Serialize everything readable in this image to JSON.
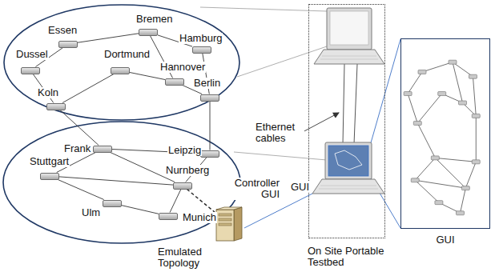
{
  "diagram": {
    "nodes": [
      {
        "text": [
          "Bremen"
        ]
      },
      {
        "text": [
          "Essen"
        ]
      },
      {
        "text": [
          "Hamburg"
        ]
      },
      {
        "text": [
          "Dussel"
        ]
      },
      {
        "text": [
          "Dortmund"
        ]
      },
      {
        "text": [
          "Hannover"
        ]
      },
      {
        "text": [
          "Berlin"
        ]
      },
      {
        "text": [
          "Koln"
        ]
      },
      {
        "text": [
          "Leipzig"
        ]
      },
      {
        "text": [
          "Frank"
        ]
      },
      {
        "text": [
          "Stuttgart"
        ]
      },
      {
        "text": [
          "Nurnberg"
        ]
      },
      {
        "text": [
          "Ulm"
        ]
      },
      {
        "text": [
          "Munich"
        ]
      },
      {
        "text": [
          "On Site Portable Testbed"
        ]
      },
      {
        "text": [
          "Controller GUI"
        ]
      },
      {
        "text": [
          "GUI"
        ]
      }
    ],
    "edges": [
      {
        "from": 1,
        "to": 0,
        "arrow": "none"
      },
      {
        "from": 0,
        "to": 2,
        "arrow": "none"
      },
      {
        "from": 3,
        "to": 1,
        "arrow": "none"
      },
      {
        "from": 3,
        "to": 7,
        "arrow": "none"
      },
      {
        "from": 4,
        "to": 7,
        "arrow": "none"
      },
      {
        "from": 0,
        "to": 5,
        "arrow": "none"
      },
      {
        "from": 4,
        "to": 5,
        "arrow": "none"
      },
      {
        "from": 2,
        "to": 6,
        "arrow": "none"
      },
      {
        "from": 5,
        "to": 6,
        "arrow": "none"
      },
      {
        "from": 7,
        "to": 9,
        "arrow": "none"
      },
      {
        "from": 6,
        "to": 8,
        "arrow": "none"
      },
      {
        "from": 9,
        "to": 8,
        "arrow": "none"
      },
      {
        "from": 8,
        "to": 11,
        "arrow": "none"
      },
      {
        "from": 9,
        "to": 10,
        "arrow": "none"
      },
      {
        "from": 9,
        "to": 11,
        "arrow": "none"
      },
      {
        "from": 10,
        "to": 11,
        "arrow": "none"
      },
      {
        "from": 10,
        "to": 12,
        "arrow": "none"
      },
      {
        "from": 12,
        "to": 13,
        "arrow": "none"
      },
      {
        "from": 11,
        "to": 13,
        "arrow": "none"
      },
      {
        "from": 11,
        "to": 15,
        "arrow": "none"
      }
    ],
    "labels": [
      "Ethernet cables",
      "GUI",
      "Emulated Topology"
    ]
  }
}
